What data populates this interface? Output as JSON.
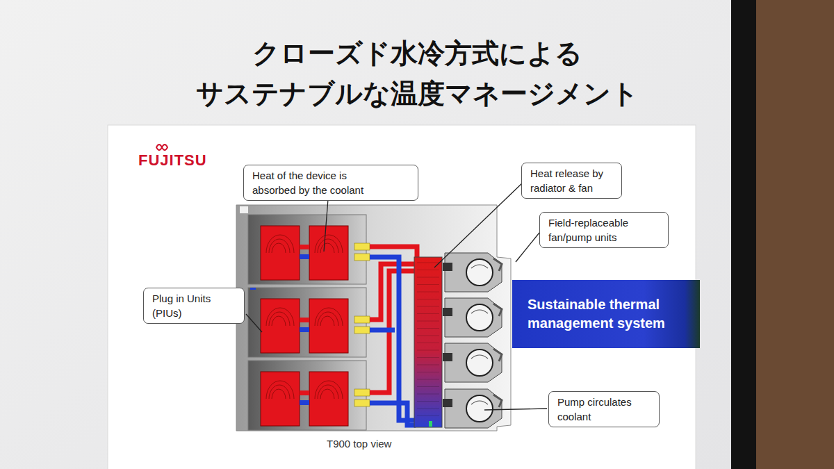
{
  "diagram": {
    "title": "クローズド水冷方式による サステナブルな温度マネージメント",
    "caption": "T900 top view",
    "nodes": [
      {
        "text": [
          "Heat of the device is absorbed by the coolant"
        ]
      },
      {
        "text": [
          "Heat release by radiator & fan"
        ]
      },
      {
        "text": [
          "Field-replaceable fan/pump units"
        ]
      },
      {
        "text": [
          "Plug in Units (PIUs)"
        ]
      },
      {
        "text": [
          "Sustainable thermal management system"
        ]
      },
      {
        "text": [
          "Pump circulates coolant"
        ]
      }
    ],
    "labels": [
      "FUJITSU"
    ]
  }
}
